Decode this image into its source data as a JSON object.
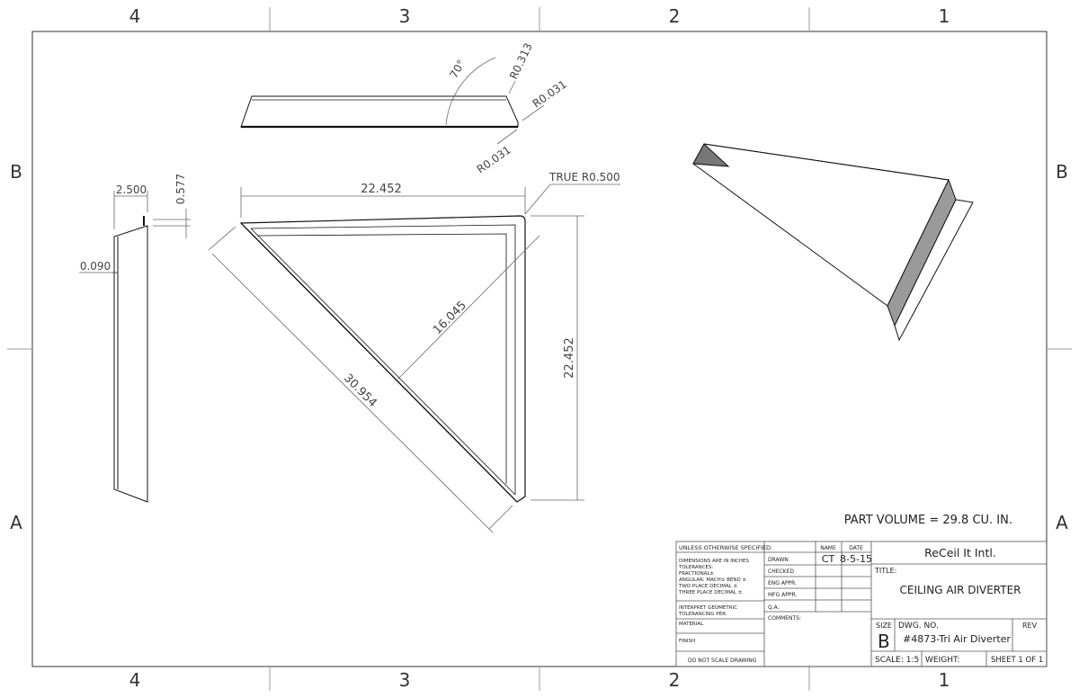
{
  "grid": {
    "columns": [
      "4",
      "3",
      "2",
      "1"
    ],
    "rows": [
      "B",
      "A"
    ]
  },
  "dimensions": {
    "angle": "70°",
    "r_313": "R0.313",
    "r_031_right": "R0.031",
    "r_031_left": "R0.031",
    "true_r": "TRUE R0.500",
    "top_width": "22.452",
    "side_height": "22.452",
    "diagonal_len": "30.954",
    "diagonal_depth": "16.045",
    "side_width": "2.500",
    "side_offset": "0.577",
    "thickness": "0.090"
  },
  "part_volume": "PART VOLUME = 29.8 CU. IN.",
  "title_block": {
    "unless": "UNLESS OTHERWISE SPECIFIED:",
    "dims_in_inches": "DIMENSIONS ARE IN INCHES",
    "tolerances": "TOLERANCES:",
    "fractional": "FRACTIONAL±",
    "angular": "ANGULAR: MACH±    BEND ±",
    "two_place": "TWO PLACE DECIMAL    ±",
    "three_place": "THREE PLACE DECIMAL  ±",
    "interpret": "INTERPRET GEOMETRIC",
    "tolerancing": "TOLERANCING PER:",
    "material": "MATERIAL",
    "finish": "FINISH",
    "do_not_scale": "DO NOT SCALE DRAWING",
    "name_hdr": "NAME",
    "date_hdr": "DATE",
    "drawn": "DRAWN",
    "drawn_name": "CT",
    "drawn_date": "8-5-15",
    "checked": "CHECKED",
    "eng_appr": "ENG APPR.",
    "mfg_appr": "MFG APPR.",
    "qa": "Q.A.",
    "comments": "COMMENTS:",
    "company": "ReCeil It Intl.",
    "title_label": "TITLE:",
    "title": "CEILING AIR DIVERTER",
    "size_label": "SIZE",
    "size": "B",
    "dwg_no_label": "DWG.  NO.",
    "dwg_no": "#4873-Tri Air Diverter",
    "rev_label": "REV",
    "scale": "SCALE: 1:5",
    "weight": "WEIGHT:",
    "sheet": "SHEET 1 OF 1"
  }
}
